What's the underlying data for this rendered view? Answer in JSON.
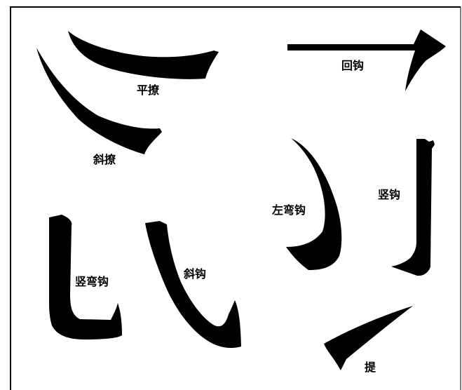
{
  "colors": {
    "stroke": "#000000",
    "background": "#ffffff"
  },
  "strokes": [
    {
      "id": "pingpie",
      "label": "平撩"
    },
    {
      "id": "xiepie",
      "label": "斜撩"
    },
    {
      "id": "huigou",
      "label": "回钩"
    },
    {
      "id": "zuowangou",
      "label": "左弯钩"
    },
    {
      "id": "shugou",
      "label": "竖钩"
    },
    {
      "id": "shuwangou",
      "label": "竖弯钩"
    },
    {
      "id": "xiegou",
      "label": "斜钩"
    },
    {
      "id": "ti",
      "label": "提"
    }
  ]
}
